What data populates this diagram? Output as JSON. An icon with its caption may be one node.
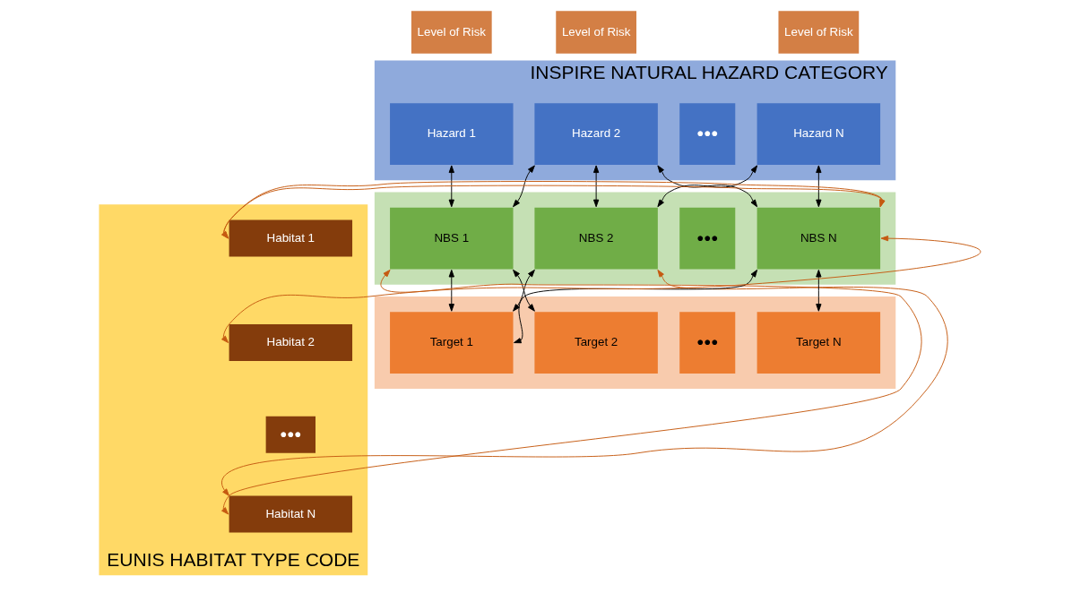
{
  "diagram": {
    "nodes": [
      {
        "text": [
          "INSPIRE NATURAL HAZARD CATEGORY"
        ]
      },
      {
        "text": [
          "Level of Risk"
        ]
      },
      {
        "text": [
          "Hazard 1"
        ],
        "in": 0
      },
      {
        "text": [
          "Level of Risk"
        ]
      },
      {
        "text": [
          "Hazard 2"
        ],
        "in": 0
      },
      {
        "text": [
          "●●●"
        ],
        "in": 0
      },
      {
        "text": [
          "Level of Risk"
        ]
      },
      {
        "text": [
          "Hazard N"
        ],
        "in": 0
      },
      {
        "text": [],
        "shape": "box"
      },
      {
        "text": [
          "NBS 1"
        ],
        "in": 8
      },
      {
        "text": [
          "NBS 2"
        ],
        "in": 8
      },
      {
        "text": [
          "●●●"
        ],
        "in": 8
      },
      {
        "text": [
          "NBS N"
        ],
        "in": 8
      },
      {
        "text": [],
        "shape": "box"
      },
      {
        "text": [
          "Target 1"
        ],
        "in": 13
      },
      {
        "text": [
          "Target 2"
        ],
        "in": 13
      },
      {
        "text": [
          "●●●"
        ],
        "in": 13
      },
      {
        "text": [
          "Target N"
        ],
        "in": 13
      },
      {
        "text": [
          "EUNIS HABITAT TYPE CODE"
        ]
      },
      {
        "text": [
          "Habitat 1"
        ],
        "in": 18
      },
      {
        "text": [
          "Habitat 2"
        ],
        "in": 18
      },
      {
        "text": [
          "●●●"
        ],
        "in": 18
      },
      {
        "text": [
          "Habitat N"
        ],
        "in": 18
      }
    ],
    "edges": [
      {
        "from": 2,
        "to": 9,
        "arrow": "both"
      },
      {
        "from": 4,
        "to": 9,
        "arrow": "both"
      },
      {
        "from": 4,
        "to": 10,
        "arrow": "both"
      },
      {
        "from": 4,
        "to": 12,
        "arrow": "both"
      },
      {
        "from": 7,
        "to": 10,
        "arrow": "both"
      },
      {
        "from": 7,
        "to": 12,
        "arrow": "both"
      },
      {
        "from": 12,
        "to": 19,
        "arrow": "both",
        "color": "#c55a11"
      },
      {
        "from": 12,
        "to": 20,
        "arrow": "both",
        "color": "#c55a11"
      },
      {
        "from": 9,
        "to": 14,
        "arrow": "both"
      },
      {
        "from": 9,
        "to": 15,
        "arrow": "both"
      },
      {
        "from": 10,
        "to": 14,
        "arrow": "both"
      },
      {
        "from": 12,
        "to": 14,
        "arrow": "both"
      },
      {
        "from": 12,
        "to": 17,
        "arrow": "both"
      },
      {
        "from": 10,
        "to": 22,
        "arrow": "both",
        "color": "#c55a11"
      },
      {
        "from": 9,
        "to": 22,
        "arrow": "both",
        "color": "#c55a11"
      }
    ]
  }
}
